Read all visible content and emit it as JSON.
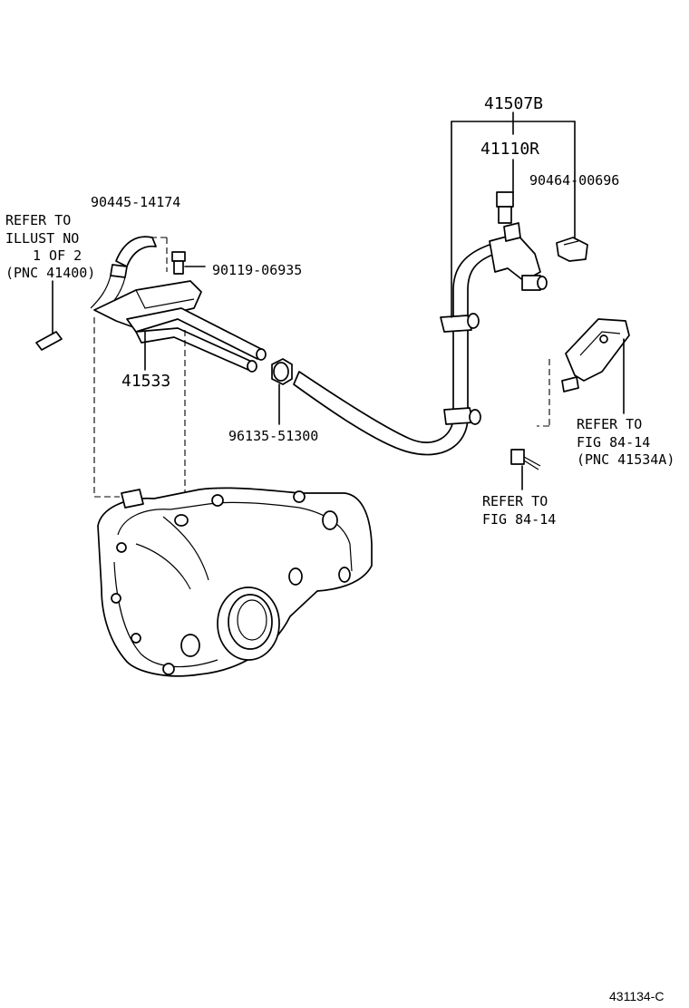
{
  "labels": {
    "p41507b": "41507B",
    "p41110r": "41110R",
    "p90464": "90464-00696",
    "p90445": "90445-14174",
    "p90119": "90119-06935",
    "p41533": "41533",
    "p96135": "96135-51300",
    "refer_left": [
      "REFER TO",
      "ILLUST NO",
      "1 OF 2",
      "(PNC 41400)"
    ],
    "refer_right_bracket": [
      "REFER TO",
      "FIG 84-14",
      "(PNC 41534A)"
    ],
    "refer_bolt": [
      "REFER TO",
      "FIG 84-14"
    ],
    "diagram_id": "431134-C"
  }
}
